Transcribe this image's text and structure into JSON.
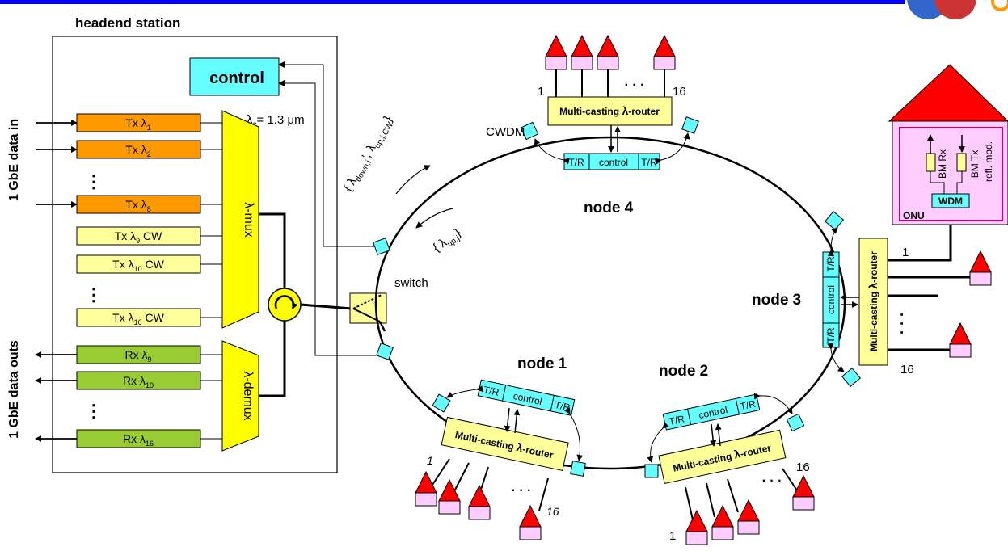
{
  "title": "headend station",
  "left_labels": {
    "data_in": "1 GbE data in",
    "data_outs": "1 GbE data outs"
  },
  "control_label": "control",
  "lambda_c": {
    "prefix": "λ",
    "sub": "c",
    "suffix": "= 1.3 μm"
  },
  "tx": [
    {
      "pre": "Tx λ",
      "sub": "1",
      "post": ""
    },
    {
      "pre": "Tx λ",
      "sub": "2",
      "post": ""
    },
    {
      "pre": "Tx λ",
      "sub": "8",
      "post": ""
    },
    {
      "pre": "Tx λ",
      "sub": "9",
      "post": " CW"
    },
    {
      "pre": "Tx λ",
      "sub": "10",
      "post": " CW"
    },
    {
      "pre": "Tx λ",
      "sub": "16",
      "post": " CW"
    }
  ],
  "rx": [
    {
      "pre": "Rx λ",
      "sub": "9"
    },
    {
      "pre": "Rx λ",
      "sub": "10"
    },
    {
      "pre": "Rx λ",
      "sub": "16"
    }
  ],
  "ellipsis_v": "⋮",
  "ellipsis_h": "· · ·",
  "mux_label": "λ-mux",
  "demux_label": "λ-demux",
  "switch_label": "switch",
  "cwdm_label": "CWDM",
  "nodes": {
    "n1": "node 1",
    "n2": "node 2",
    "n3": "node 3",
    "n4": "node 4"
  },
  "router_label": {
    "pre": "Multi-casting ",
    "lam": "λ",
    "post": "-router"
  },
  "tr_label": "T/R",
  "node_control": "control",
  "down_label": {
    "open": "{ λ",
    "sub1": "down,i",
    "mid": "', λ",
    "sub2": "up,j,CW",
    "close": "}"
  },
  "up_label": {
    "open": "{ λ",
    "sub": "up,j",
    "close": "}"
  },
  "port_labels": {
    "first": "1",
    "last": "16"
  },
  "onu": {
    "label": "ONU",
    "wdm": "WDM",
    "bm_rx": "BM Rx",
    "bm_tx": "BM Tx",
    "refl_mod": "refl. mod."
  },
  "colors": {
    "tx_orange": "#ff9900",
    "tx_cw": "#ffff99",
    "rx_green": "#99cc33",
    "mux_yellow": "#ffff00",
    "cyan": "#66ffff",
    "router": "#ffff99",
    "house_red": "#ff0000",
    "house_pink": "#ffccff",
    "title_bar": "#0000ff"
  }
}
